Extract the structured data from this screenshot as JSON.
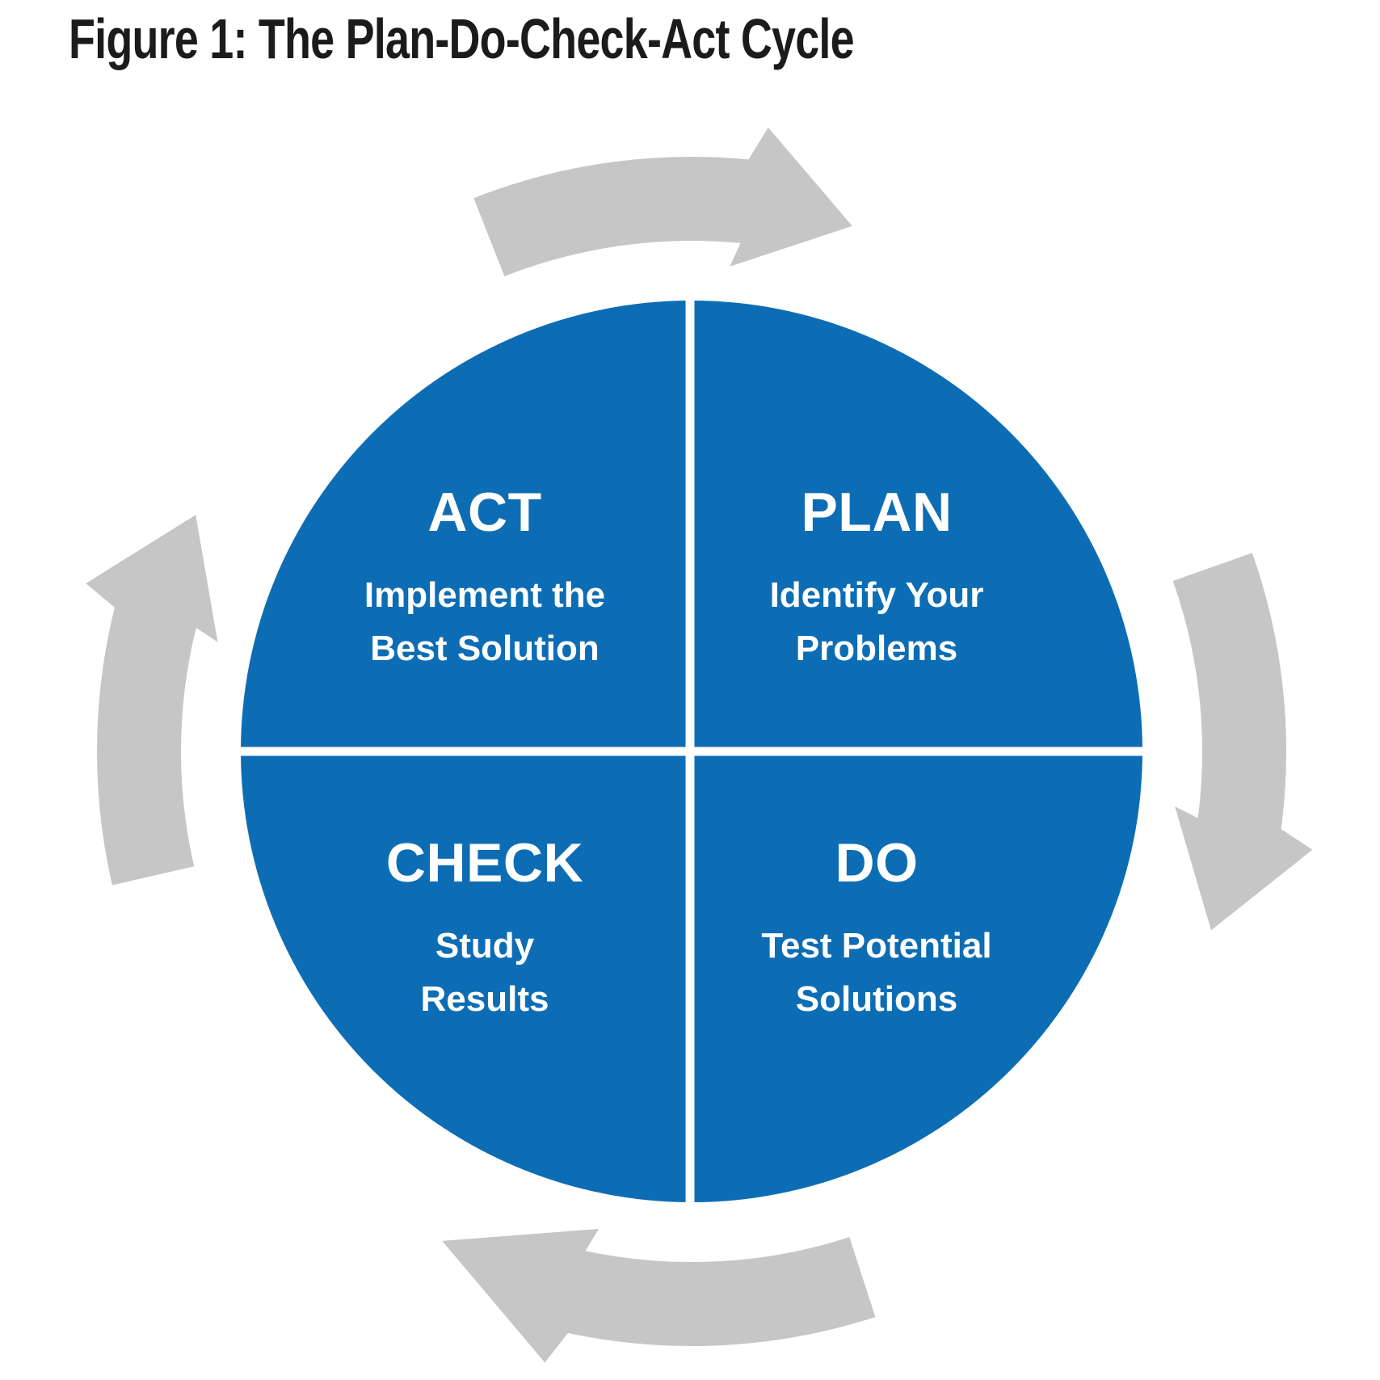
{
  "figure": {
    "title": "Figure 1: The Plan-Do-Check-Act Cycle"
  },
  "diagram": {
    "quadrants": [
      {
        "id": "act",
        "position": "top-left",
        "label": "ACT",
        "sub_lines": [
          "Implement the",
          "Best Solution"
        ]
      },
      {
        "id": "plan",
        "position": "top-right",
        "label": "PLAN",
        "sub_lines": [
          "Identify Your",
          "Problems"
        ]
      },
      {
        "id": "check",
        "position": "bottom-left",
        "label": "CHECK",
        "sub_lines": [
          "Study",
          "Results"
        ]
      },
      {
        "id": "do",
        "position": "bottom-right",
        "label": "DO",
        "sub_lines": [
          "Test Potential",
          "Solutions"
        ]
      }
    ],
    "arrows": [
      {
        "name": "cycle-arrow-top",
        "direction": "pointing-right"
      },
      {
        "name": "cycle-arrow-right",
        "direction": "pointing-down"
      },
      {
        "name": "cycle-arrow-bottom",
        "direction": "pointing-left"
      },
      {
        "name": "cycle-arrow-left",
        "direction": "pointing-up"
      }
    ],
    "cycle_direction": "clockwise",
    "colors": {
      "circle_blue": "#0d6db4",
      "divider_white": "#ffffff",
      "arrow_gray": "#c6c6c6",
      "title_text": "#1b1b1b",
      "quadrant_text": "#ffffff"
    }
  }
}
